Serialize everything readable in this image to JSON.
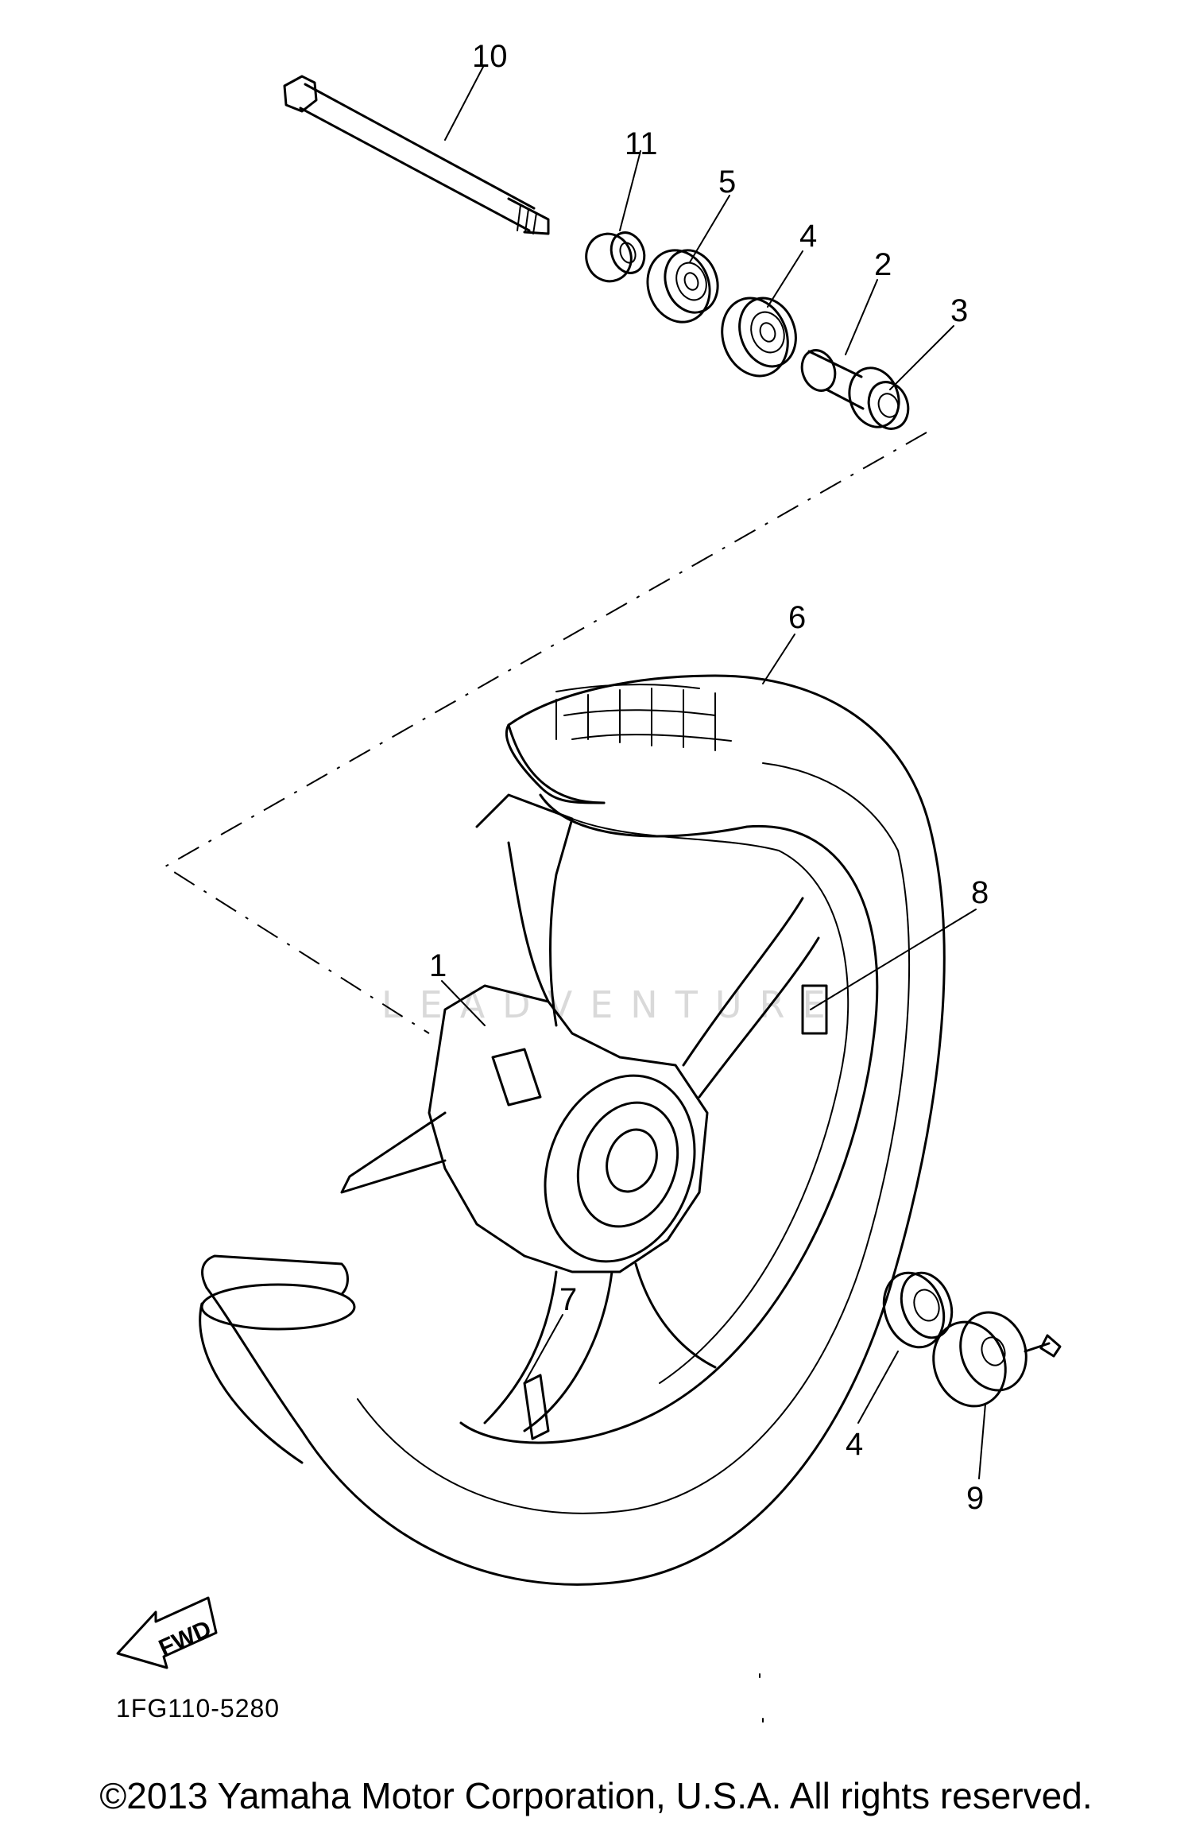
{
  "diagram": {
    "callouts": [
      {
        "id": "callout-10",
        "label": "10"
      },
      {
        "id": "callout-11",
        "label": "11"
      },
      {
        "id": "callout-5",
        "label": "5"
      },
      {
        "id": "callout-4-top",
        "label": "4"
      },
      {
        "id": "callout-2",
        "label": "2"
      },
      {
        "id": "callout-3",
        "label": "3"
      },
      {
        "id": "callout-6",
        "label": "6"
      },
      {
        "id": "callout-8",
        "label": "8"
      },
      {
        "id": "callout-1",
        "label": "1"
      },
      {
        "id": "callout-7",
        "label": "7"
      },
      {
        "id": "callout-4-bottom",
        "label": "4"
      },
      {
        "id": "callout-9",
        "label": "9"
      }
    ],
    "fwd_arrow_label": "FWD",
    "diagram_code": "1FG110-5280",
    "watermark": "LEADVENTURE"
  },
  "footer": {
    "copyright": "©2013 Yamaha Motor Corporation, U.S.A. All rights reserved."
  }
}
